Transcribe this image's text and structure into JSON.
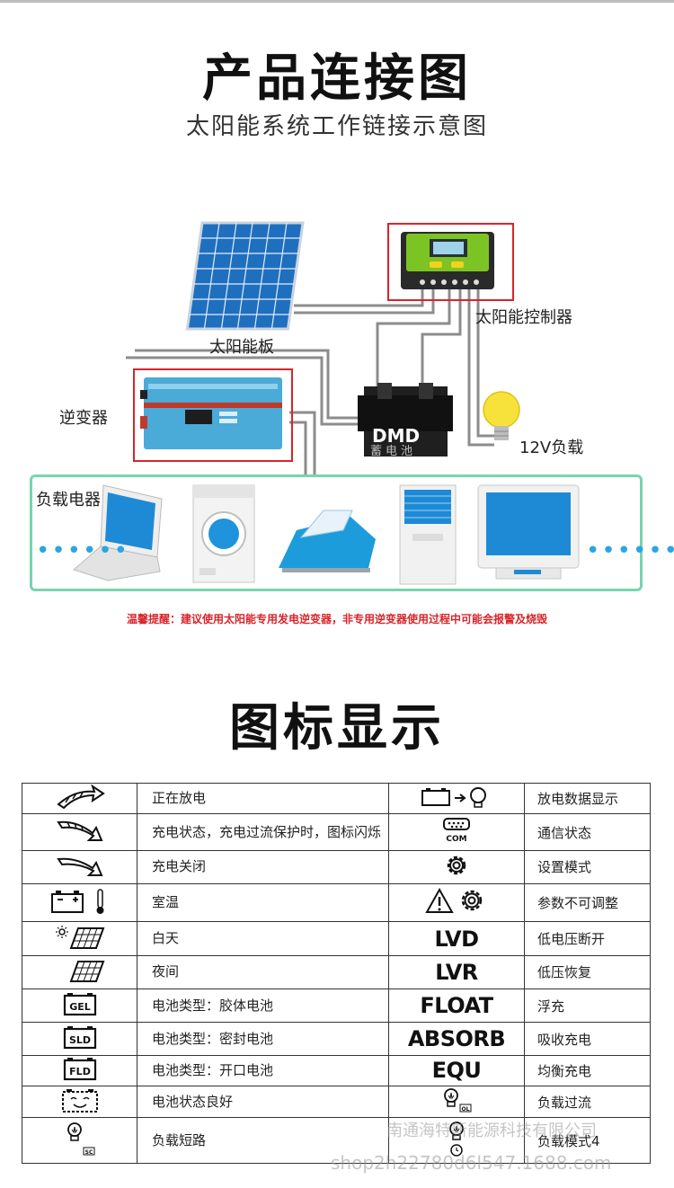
{
  "header": {
    "title": "产品连接图",
    "subtitle": "太阳能系统工作链接示意图"
  },
  "diagram": {
    "solar_panel_label": "太阳能板",
    "controller_label": "太阳能控制器",
    "inverter_label": "逆变器",
    "battery_brand": "DMD",
    "battery_text": "蓄电池",
    "bulb_label": "12V负载",
    "load_box_label": "负载电器",
    "warning": "温馨提醒：建议使用太阳能专用发电逆变器，非专用逆变器使用过程中可能会报警及烧毁"
  },
  "icons_section": {
    "title": "图标显示",
    "rows": [
      {
        "left_icon": "discharging-arrow-icon",
        "left_text": "正在放电",
        "right_icon": "battery-to-load-icon",
        "right_text": "放电数据显示"
      },
      {
        "left_icon": "charging-arrow-icon",
        "left_text": "充电状态，充电过流保护时，图标闪烁",
        "right_icon": "com-port-icon",
        "right_text": "通信状态"
      },
      {
        "left_icon": "charge-off-arrow-icon",
        "left_text": "充电关闭",
        "right_icon": "gear-icon",
        "right_text": "设置模式"
      },
      {
        "left_icon": "battery-thermometer-icon",
        "left_text": "室温",
        "right_icon": "warning-gear-icon",
        "right_text": "参数不可调整"
      },
      {
        "left_icon": "sun-panel-icon",
        "left_text": "白天",
        "right_word": "LVD",
        "right_text": "低电压断开"
      },
      {
        "left_icon": "moon-panel-icon",
        "left_text": "夜间",
        "right_word": "LVR",
        "right_text": "低压恢复"
      },
      {
        "left_icon": "battery-gel-icon",
        "left_badge": "GEL",
        "left_text": "电池类型：胶体电池",
        "right_word": "FLOAT",
        "right_text": "浮充"
      },
      {
        "left_icon": "battery-sld-icon",
        "left_badge": "SLD",
        "left_text": "电池类型：密封电池",
        "right_word": "ABSORB",
        "right_text": "吸收充电"
      },
      {
        "left_icon": "battery-fld-icon",
        "left_badge": "FLD",
        "left_text": "电池类型：开口电池",
        "right_word": "EQU",
        "right_text": "均衡充电"
      },
      {
        "left_icon": "battery-good-icon",
        "left_text": "电池状态良好",
        "right_icon": "bulb-ol-icon",
        "right_text": "负载过流"
      },
      {
        "left_icon": "bulb-sc-icon",
        "left_text": "负载短路",
        "right_icon": "bulb-timer-icon",
        "right_text": "负载模式4"
      }
    ],
    "badges": {
      "com": "COM",
      "ol": "OL",
      "sc": "SC"
    }
  },
  "watermark": {
    "line1": "南通海特新能源科技有限公司",
    "line2": "shop2h22780d6l547.1688.com"
  },
  "colors": {
    "accent_red": "#d9242a",
    "load_box_border": "#7ad3b0",
    "controller_green": "#7cc424",
    "inverter_blue": "#4aaad8"
  }
}
